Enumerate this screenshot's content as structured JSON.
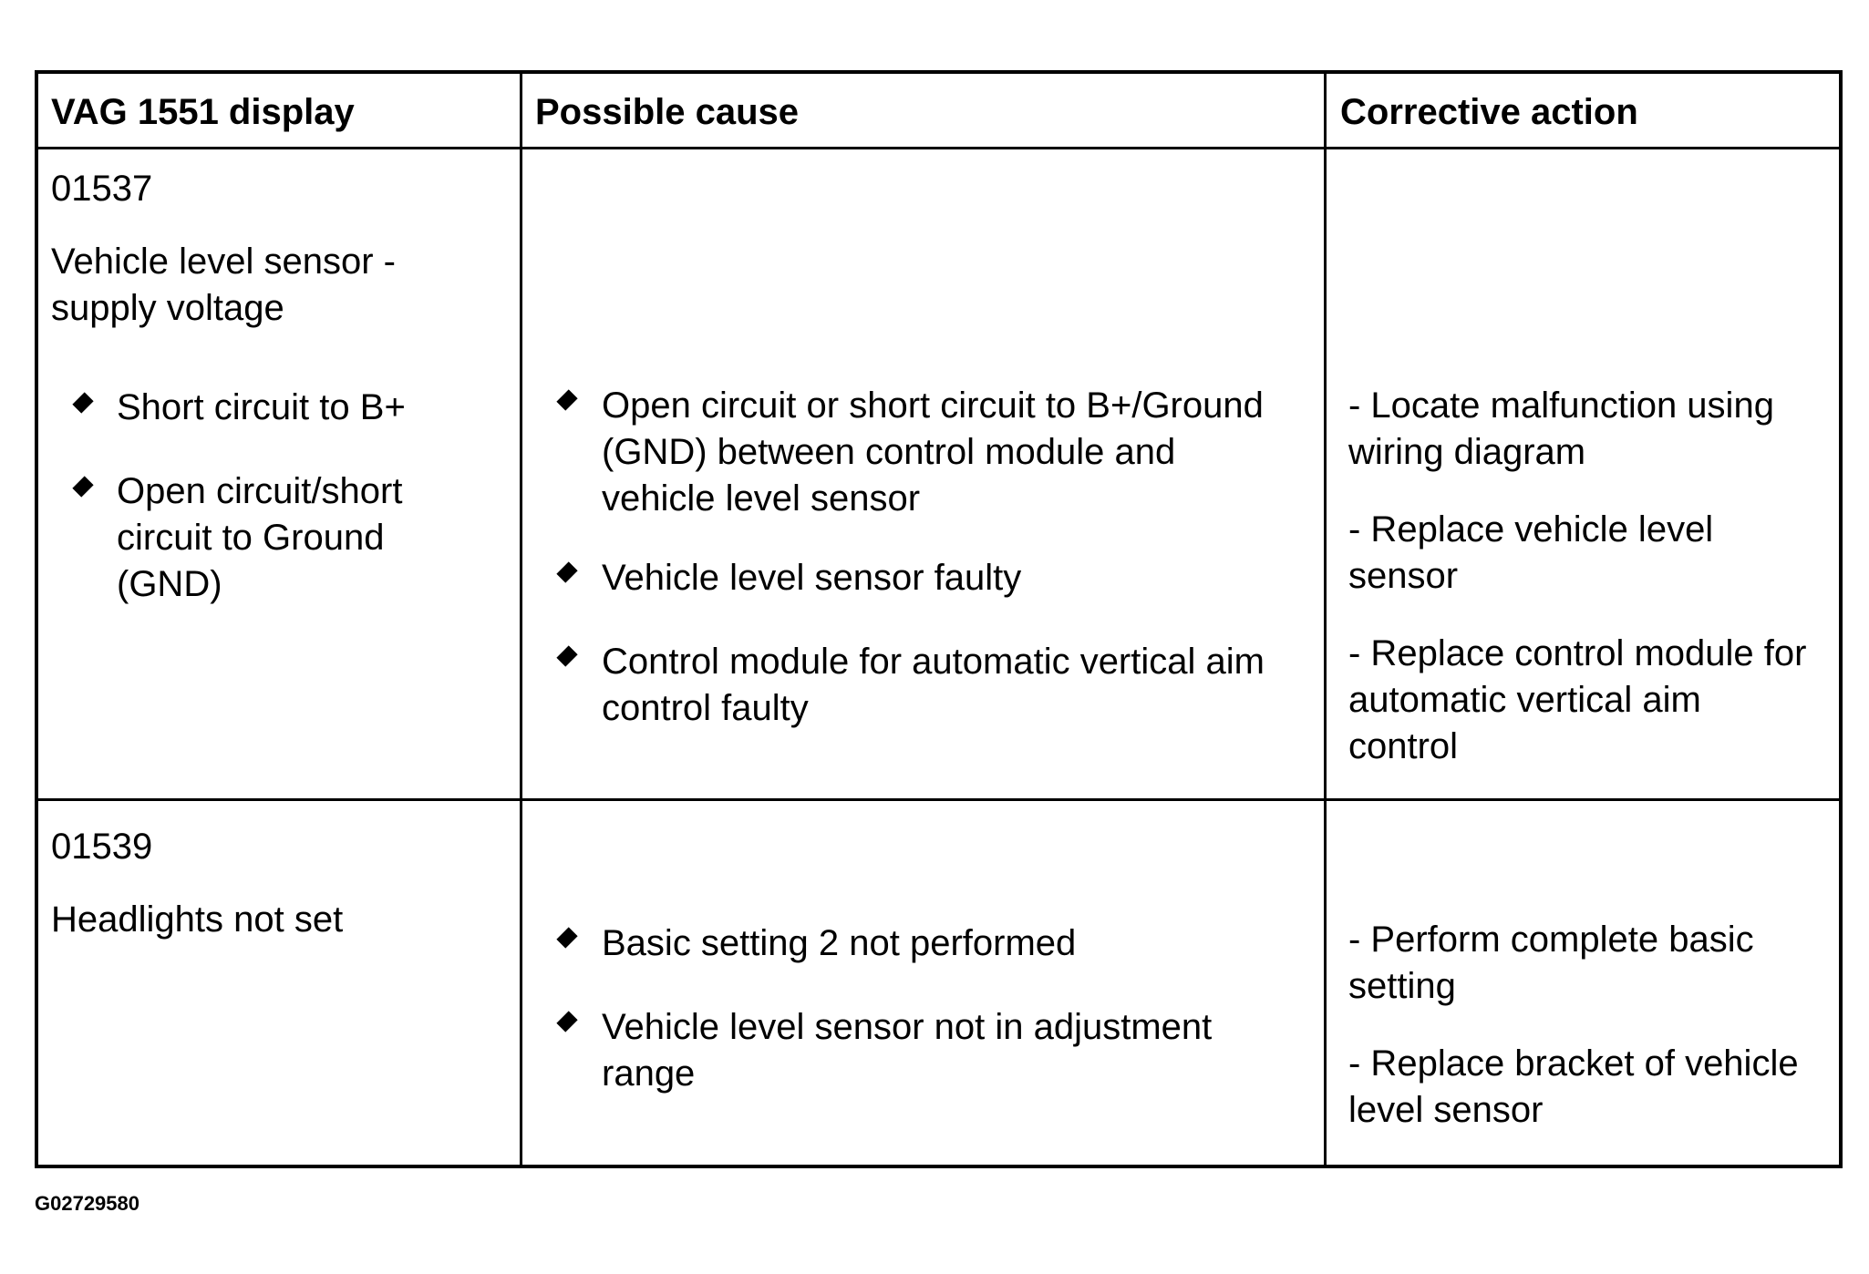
{
  "table": {
    "headers": [
      "VAG 1551 display",
      "Possible cause",
      "Corrective action"
    ],
    "rows": [
      {
        "code": "01537",
        "title_lines": [
          "Vehicle level sensor -",
          "supply voltage"
        ],
        "display_bullets": [
          {
            "lines": [
              "Short circuit to B+"
            ]
          },
          {
            "lines": [
              "Open circuit/short",
              "circuit to Ground",
              "(GND)"
            ]
          }
        ],
        "causes": [
          {
            "lines": [
              "Open circuit or short circuit to B+/Ground",
              "(GND) between control module and",
              "vehicle level sensor"
            ]
          },
          {
            "lines": [
              "Vehicle level sensor faulty"
            ]
          },
          {
            "lines": [
              "Control module for automatic vertical aim",
              "control faulty"
            ]
          }
        ],
        "actions": [
          {
            "lines": [
              "- Locate malfunction using",
              "wiring diagram"
            ]
          },
          {
            "lines": [
              "- Replace vehicle level",
              "sensor"
            ]
          },
          {
            "lines": [
              "- Replace control module for",
              "automatic vertical aim",
              "control"
            ]
          }
        ]
      },
      {
        "code": "01539",
        "title_lines": [
          "Headlights not set"
        ],
        "display_bullets": [],
        "causes": [
          {
            "lines": [
              "Basic setting 2 not performed"
            ]
          },
          {
            "lines": [
              "Vehicle level sensor not in adjustment",
              "range"
            ]
          }
        ],
        "actions": [
          {
            "lines": [
              "- Perform complete basic",
              "setting"
            ]
          },
          {
            "lines": [
              "- Replace bracket of vehicle",
              "level sensor"
            ]
          }
        ]
      }
    ]
  },
  "figure_id": "G02729580"
}
